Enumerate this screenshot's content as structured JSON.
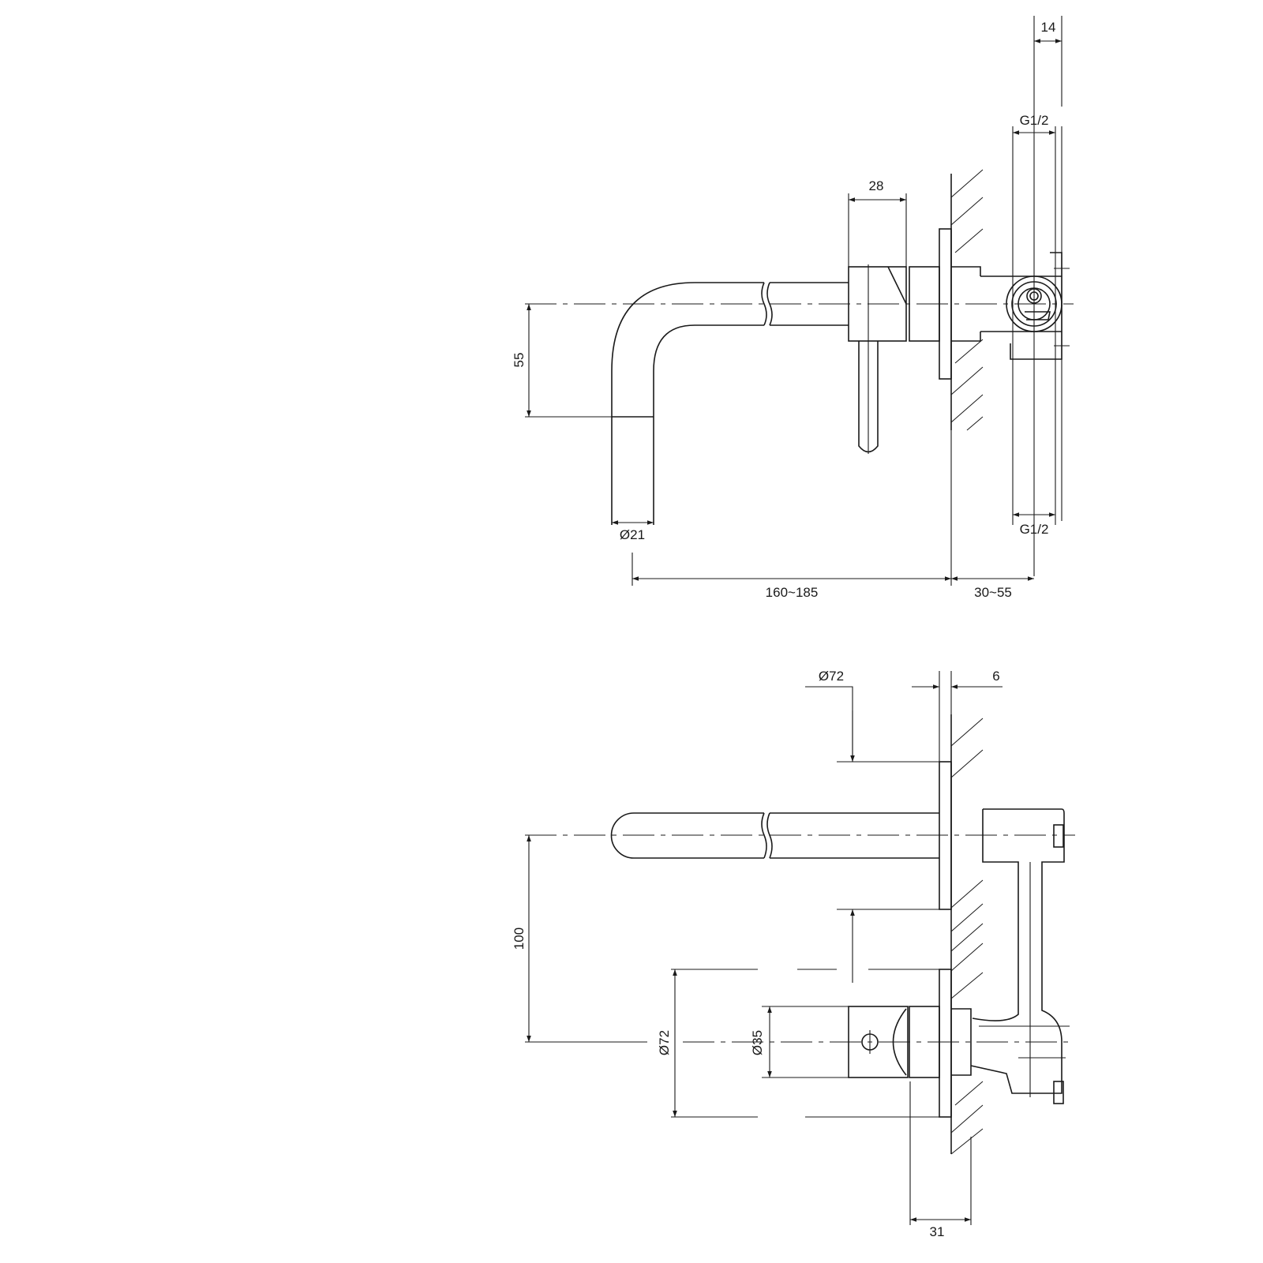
{
  "side_view": {
    "dims": {
      "d14": "14",
      "g_top": "G1/2",
      "d28": "28",
      "d55": "55",
      "d21": "Ø21",
      "g_bottom": "G1/2",
      "d160": "160~185",
      "d30": "30~55"
    }
  },
  "top_view": {
    "dims": {
      "d72_top": "Ø72",
      "d6": "6",
      "d100": "100",
      "d72_left": "Ø72",
      "d35": "Ø35",
      "d31": "31"
    }
  },
  "colors": {
    "line": "#1a1a1a",
    "background": "#ffffff"
  }
}
